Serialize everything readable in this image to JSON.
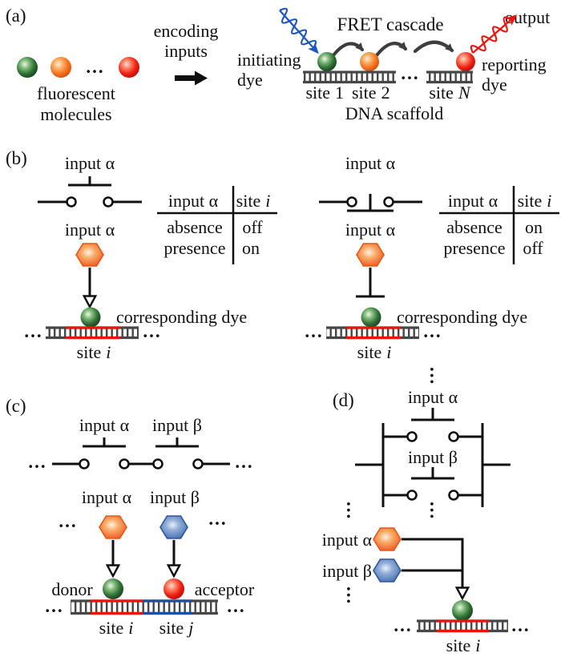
{
  "shared": {
    "dots": "...",
    "site_word": "site"
  },
  "colors": {
    "dye_green": "#2f7136",
    "dye_orange": "#f3731f",
    "dye_red": "#ef2012",
    "hex_orange": "#ee4c1b",
    "hex_blue": "#3c68ae",
    "photon_blue": "#1c56c0",
    "photon_red": "#ed1410",
    "dna_gray": "#474747",
    "site_red": "#ec1309",
    "site_blue": "#1d4fa1",
    "hop_arrow_gray": "#3d3d3d"
  },
  "panel_a": {
    "label": "(a)",
    "fluorescent_line1": "fluorescent",
    "fluorescent_line2": "molecules",
    "encoding_line1": "encoding",
    "encoding_line2": "inputs",
    "initiating_line1": "initiating",
    "initiating_line2": "dye",
    "fret_title": "FRET cascade",
    "output_label": "output",
    "reporting_line1": "reporting",
    "reporting_line2": "dye",
    "dna_label": "DNA scaffold",
    "site1_var": "1",
    "site2_var": "2",
    "siteN_var": "N"
  },
  "panel_b": {
    "label": "(b)",
    "left": {
      "switch_label": "input α",
      "molecule_label": "input α",
      "dye_label": "corresponding dye",
      "site_var": "i",
      "table": {
        "header_input": "input α",
        "header_site_var": "i",
        "rows": [
          {
            "input": "absence",
            "site": "off"
          },
          {
            "input": "presence",
            "site": "on"
          }
        ]
      }
    },
    "right": {
      "switch_label": "input α",
      "molecule_label": "input α",
      "dye_label": "corresponding dye",
      "site_var": "i",
      "table": {
        "header_input": "input α",
        "header_site_var": "i",
        "rows": [
          {
            "input": "absence",
            "site": "on"
          },
          {
            "input": "presence",
            "site": "off"
          }
        ]
      }
    }
  },
  "panel_c": {
    "label": "(c)",
    "switch_alpha_label": "input α",
    "switch_beta_label": "input β",
    "molecule_alpha_label": "input α",
    "molecule_beta_label": "input β",
    "donor_label": "donor",
    "acceptor_label": "acceptor",
    "site_i_var": "i",
    "site_j_var": "j"
  },
  "panel_d": {
    "label": "(d)",
    "switch_alpha_label": "input α",
    "switch_beta_label": "input β",
    "molecule_alpha_label": "input α",
    "molecule_beta_label": "input β",
    "site_var": "i"
  }
}
